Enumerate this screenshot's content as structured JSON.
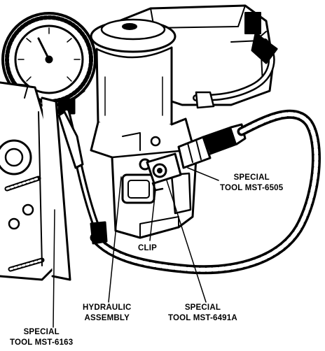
{
  "colors": {
    "ink": "#000000",
    "paper": "#ffffff"
  },
  "labels": {
    "tool_6505": {
      "line1": "SPECIAL",
      "line2": "TOOL MST-6505"
    },
    "clip": {
      "line1": "CLIP"
    },
    "tool_6163": {
      "line1": "SPECIAL",
      "line2": "TOOL MST-6163"
    },
    "hydraulic": {
      "line1": "HYDRAULIC",
      "line2": "ASSEMBLY"
    },
    "tool_6491a": {
      "line1": "SPECIAL",
      "line2": "TOOL MST-6491A"
    }
  },
  "icons": {
    "gauge": "pressure-gauge-icon",
    "reservoir": "reservoir-cap-icon"
  }
}
